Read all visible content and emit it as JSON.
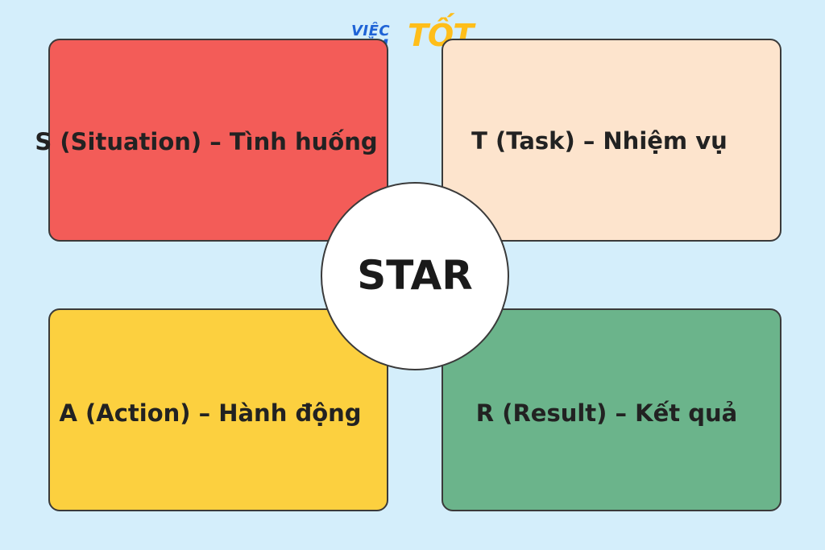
{
  "logo": {
    "line1": "VIỆC",
    "line2": "LÀM",
    "highlight": "TỐT"
  },
  "center": {
    "label": "STAR"
  },
  "cards": {
    "s": {
      "label": "S (Situation) – Tình huống",
      "color": "#f35c58"
    },
    "t": {
      "label": "T (Task) – Nhiệm vụ",
      "color": "#fde4cd"
    },
    "a": {
      "label": "A (Action) – Hành động",
      "color": "#fcd03f"
    },
    "r": {
      "label": "R (Result) – Kết quả",
      "color": "#6bb48b"
    }
  },
  "colors": {
    "background": "#d4eefb",
    "logo_blue": "#1f63d6",
    "logo_yellow": "#ffbe1a"
  }
}
